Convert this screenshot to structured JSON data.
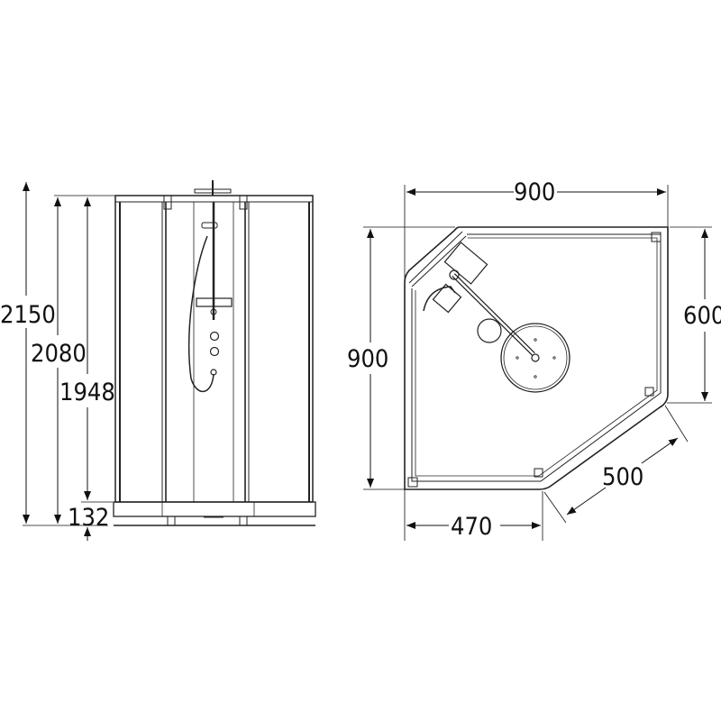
{
  "elevation": {
    "dimensions": [
      "2150",
      "2080",
      "1948",
      "132"
    ]
  },
  "plan": {
    "dimensions": {
      "top_width": "900",
      "left_depth": "900",
      "right_depth": "600",
      "bottom_width": "470",
      "diagonal": "500"
    }
  },
  "colors": {
    "line": "#111111",
    "background": "#ffffff"
  }
}
